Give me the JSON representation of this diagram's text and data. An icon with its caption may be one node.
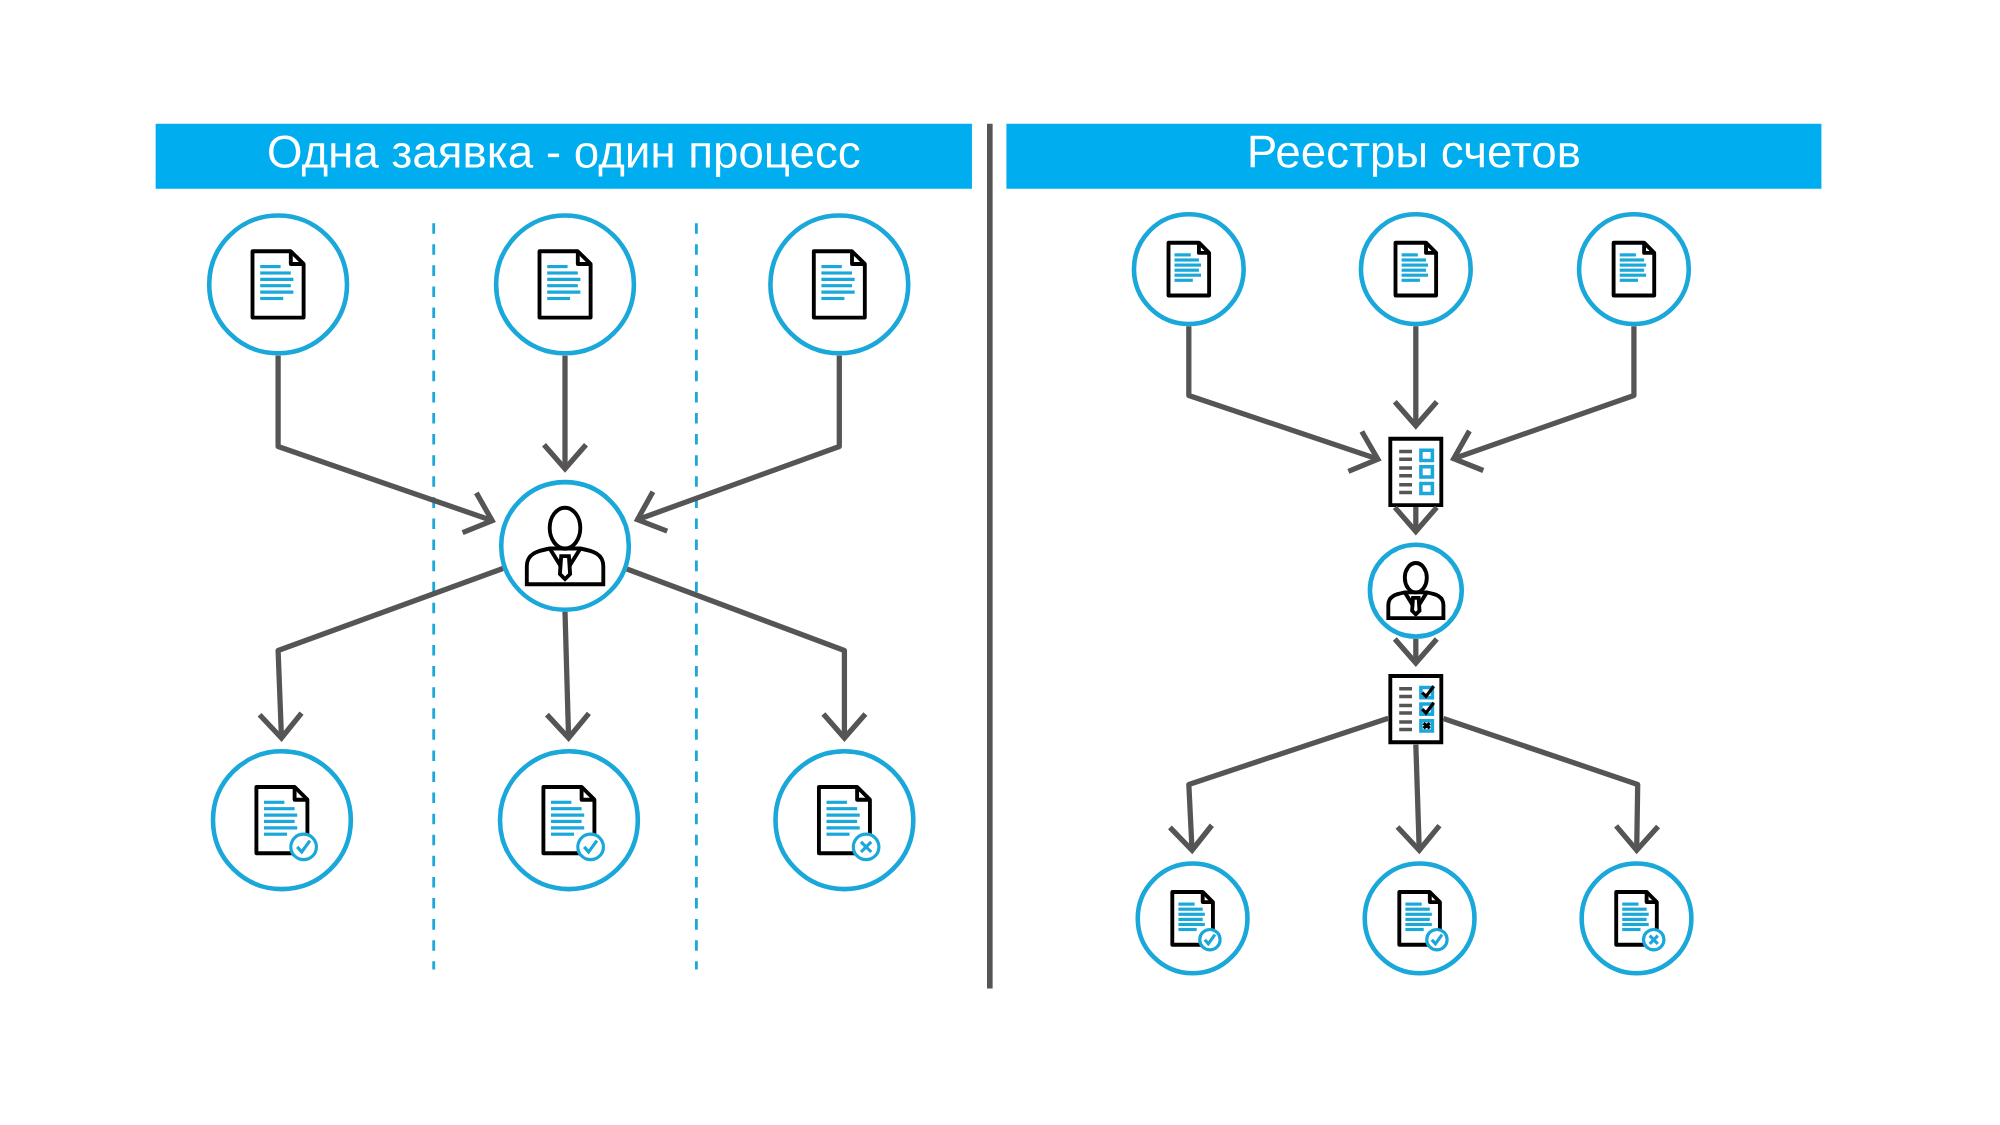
{
  "diagram": {
    "nodes": [
      {
        "text": [
          "Одна заявка - один процесс"
        ]
      },
      {
        "text": [
          "Реестры счетов"
        ]
      },
      {
        "text": [],
        "shape": "circle"
      },
      {
        "text": [],
        "shape": "circle"
      },
      {
        "text": [],
        "shape": "circle"
      },
      {
        "text": [],
        "shape": "circle"
      },
      {
        "text": [],
        "shape": "circle"
      },
      {
        "text": [],
        "shape": "circle"
      },
      {
        "text": [],
        "shape": "circle"
      },
      {
        "text": [],
        "shape": "circle"
      },
      {
        "text": [],
        "shape": "circle"
      },
      {
        "text": [],
        "shape": "circle"
      },
      {
        "text": [],
        "shape": "picture"
      },
      {
        "text": [],
        "shape": "circle"
      },
      {
        "text": [],
        "shape": "picture"
      },
      {
        "text": [],
        "shape": "circle"
      },
      {
        "text": [],
        "shape": "circle"
      },
      {
        "text": [],
        "shape": "circle"
      }
    ],
    "edges": [
      {
        "from": 2,
        "to": 5,
        "arrow": "to"
      },
      {
        "from": 3,
        "to": 5,
        "arrow": "to"
      },
      {
        "from": 4,
        "to": 5,
        "arrow": "to"
      },
      {
        "from": 5,
        "to": 6,
        "arrow": "to"
      },
      {
        "from": 5,
        "to": 7,
        "arrow": "to"
      },
      {
        "from": 5,
        "to": 8,
        "arrow": "to"
      },
      {
        "from": 9,
        "to": 12,
        "arrow": "to"
      },
      {
        "from": 10,
        "to": 12,
        "arrow": "to"
      },
      {
        "from": 11,
        "to": 12,
        "arrow": "to"
      },
      {
        "from": 12,
        "to": 13,
        "arrow": "to"
      },
      {
        "from": 13,
        "to": 14,
        "arrow": "to"
      },
      {
        "from": 14,
        "to": 15,
        "arrow": "to"
      },
      {
        "from": 14,
        "to": 16,
        "arrow": "to"
      },
      {
        "from": 14,
        "to": 17,
        "arrow": "to"
      }
    ]
  }
}
